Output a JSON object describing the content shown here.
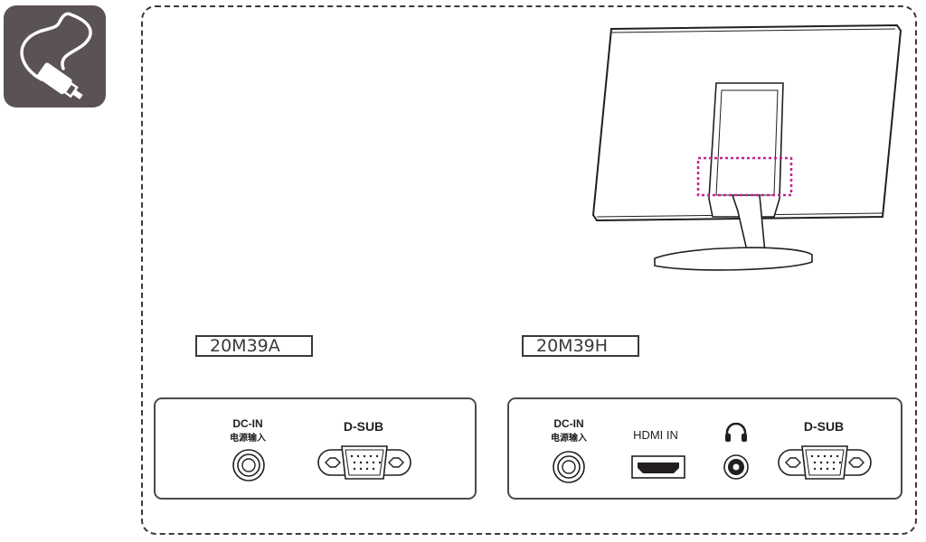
{
  "cable_icon": "power-cable-plug-icon",
  "colors": {
    "icon_bg": "#5b5253",
    "highlight": "#c0268a",
    "line": "#3a3a3a"
  },
  "left_panel": {
    "model": "20M39A",
    "dc_in": {
      "title": "DC-IN",
      "subtitle": "电源输入"
    },
    "dsub": {
      "title": "D-SUB"
    }
  },
  "right_panel": {
    "model": "20M39H",
    "dc_in": {
      "title": "DC-IN",
      "subtitle": "电源输入"
    },
    "hdmi": {
      "title": "HDMI IN"
    },
    "headphone": {
      "icon": "headphone-icon"
    },
    "dsub": {
      "title": "D-SUB"
    }
  }
}
